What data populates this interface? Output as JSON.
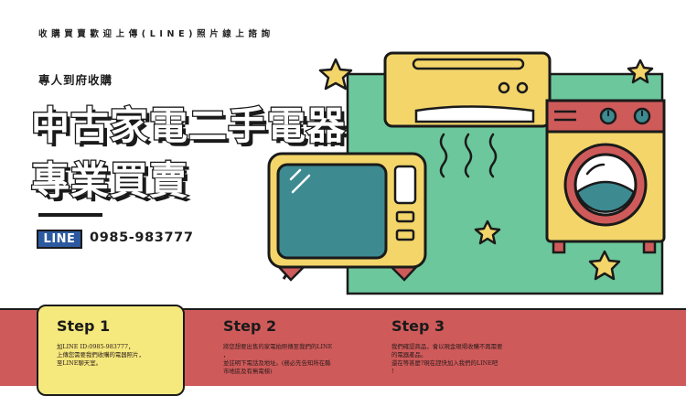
{
  "header": {
    "caption": "收購買賣歡迎上傳(LINE)照片線上諮詢"
  },
  "hero": {
    "subtitle": "專人到府收購",
    "title_line1": "中古家電二手電器",
    "title_line2": "專業買賣"
  },
  "contact": {
    "badge": "LINE",
    "phone": "0985-983777"
  },
  "steps": [
    {
      "title": "Step 1",
      "text": "加LINE ID:0985-983777，\n上傳您需要我們收購的電器照片，\n至LINE聊天室。"
    },
    {
      "title": "Step 2",
      "text": "將您想要出售的家電拍照傳至我們的LINE\n，\n並註明下電話及地址。(務必先告知所在縣\n市地區及有無電梯)"
    },
    {
      "title": "Step 3",
      "text": "我們確認商品，會以現金現場收購不再需要\n的電器產品。\n還在等甚麼?現在趕快加入我們的LINE吧\n!"
    }
  ],
  "colors": {
    "mint": "#6cc79c",
    "yellow": "#f3d56a",
    "tv_screen": "#3d8a91",
    "red": "#cf5a5a",
    "card_yellow": "#f5e87c",
    "line_blue": "#2c5aa0",
    "outline": "#1a1a1a"
  }
}
